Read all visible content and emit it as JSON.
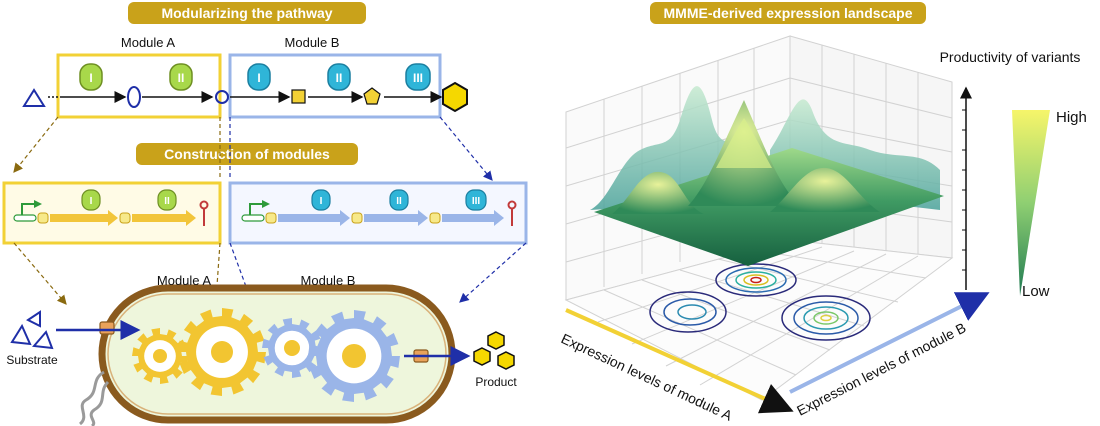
{
  "left_panel": {
    "banner_top": "Modularizing the pathway",
    "banner_mid": "Construction of modules",
    "module_a_label": "Module A",
    "module_b_label": "Module B",
    "cell_module_a_label": "Module A",
    "cell_module_b_label": "Module B",
    "enzymes_a": [
      "I",
      "II"
    ],
    "enzymes_b": [
      "I",
      "II",
      "III"
    ],
    "construct_a_enzymes": [
      "I",
      "II"
    ],
    "construct_b_enzymes": [
      "I",
      "II",
      "III"
    ],
    "substrate_label": "Substrate",
    "product_label": "Product"
  },
  "right_panel": {
    "banner": "MMME-derived expression landscape",
    "z_axis_label": "Productivity of variants",
    "scale_high": "High",
    "scale_low": "Low",
    "x_axis_label": "Expression levels of module A",
    "y_axis_label": "Expression levels of module B"
  },
  "colors": {
    "banner": "#c9a21a",
    "module_a": "#f2d135",
    "module_b": "#9ab5e8",
    "enzyme_a": "#a8d84a",
    "enzyme_b": "#2fb5d8",
    "cell_outline": "#8a5a1e",
    "cell_fill": "#eef6dc",
    "arrow_blue": "#1f2fa8",
    "surface_dark": "#1d6e4a",
    "surface_light": "#c8e6a0"
  }
}
